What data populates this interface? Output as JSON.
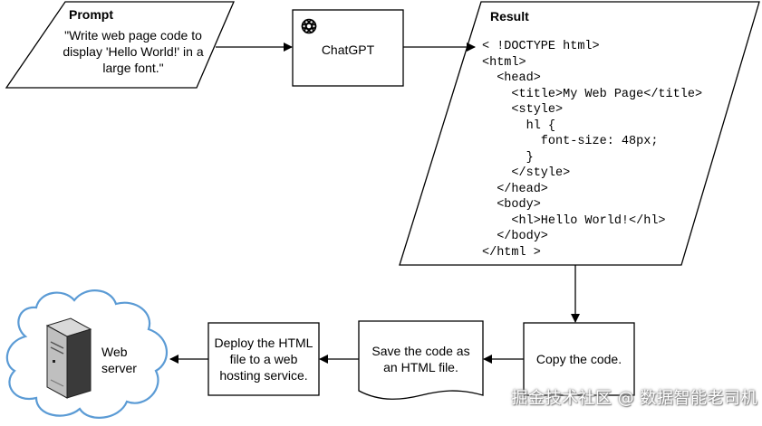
{
  "prompt": {
    "title": "Prompt",
    "text_lines": [
      "\"Write web page code to",
      "display 'Hello World!' in a",
      "large font.\""
    ]
  },
  "chatgpt": {
    "label": "ChatGPT",
    "icon": "openai-logo-icon"
  },
  "result": {
    "title": "Result",
    "code_lines": [
      "< !DOCTYPE html>",
      "<html>",
      "  <head>",
      "    <title>My Web Page</title>",
      "    <style>",
      "      hl {",
      "        font-size: 48px;",
      "      }",
      "    </style>",
      "  </head>",
      "  <body>",
      "    <hl>Hello World!</hl>",
      "  </body>",
      "</html >"
    ]
  },
  "copy_step": {
    "label": "Copy the code."
  },
  "save_step": {
    "text_lines": [
      "Save the code as",
      "an HTML file."
    ]
  },
  "deploy_step": {
    "text_lines": [
      "Deploy the HTML",
      "file to a web",
      "hosting service."
    ]
  },
  "web_server": {
    "text_lines": [
      "Web",
      "server"
    ],
    "icon": "server-tower-icon"
  },
  "watermark": "掘金技术社区 @ 数据智能老司机",
  "colors": {
    "cloud_outline": "#5b9bd5",
    "stroke": "#000000"
  }
}
